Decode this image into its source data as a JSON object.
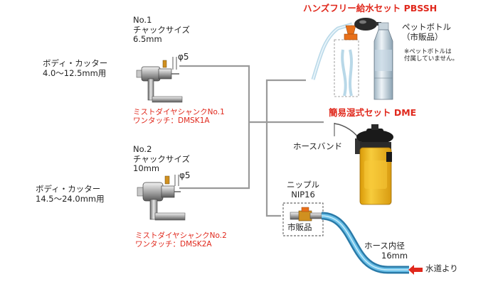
{
  "no1": {
    "heading": "No.1",
    "chuck_label": "チャックサイズ",
    "chuck_size": "6.5mm",
    "body_label": "ボディ・カッター",
    "body_range": "4.0〜12.5mm用",
    "phi": "φ5",
    "shank_model": "ミストダイヤシャンクNo.1",
    "onetouch": "ワンタッチ：DMSK1A"
  },
  "no2": {
    "heading": "No.2",
    "chuck_label": "チャックサイズ",
    "chuck_size": "10mm",
    "body_label": "ボディ・カッター",
    "body_range": "14.5〜24.0mm用",
    "phi": "φ5",
    "shank_model": "ミストダイヤシャンクNo.2",
    "onetouch": "ワンタッチ：DMSK2A"
  },
  "handsfree": {
    "title": "ハンズフリー給水セット PBSSH",
    "bottle_label": "ペットボトル",
    "bottle_note": "（市販品）",
    "note_line1": "※ペットボトルは",
    "note_line2": "付属していません。"
  },
  "dme": {
    "title": "簡易湿式セット DME",
    "hose_band": "ホースバンド"
  },
  "nipple": {
    "label": "ニップル",
    "model": "NIP16",
    "commercial": "市販品"
  },
  "hose": {
    "label": "ホース内径",
    "size": "16mm",
    "water": "水道より"
  },
  "colors": {
    "red_text": "#e0281c",
    "connector_line": "#9a9a9a",
    "tank_yellow": "#f2b81a",
    "tank_black": "#1a1a1a",
    "hose_blue": "#3a9ccc",
    "valve_orange": "#e8701a"
  }
}
